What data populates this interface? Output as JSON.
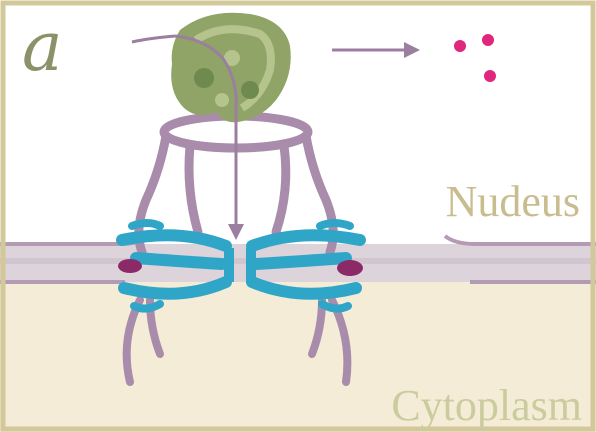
{
  "panel": {
    "letter": "a"
  },
  "labels": {
    "nucleus": "Nudeus",
    "cytoplasm": "Cytoplasm"
  },
  "colors": {
    "border": "#d3c89a",
    "nucleoplasm": "#ffffff",
    "cytoplasm": "#f4ecd6",
    "envelope": "#d9d1d8",
    "envelope_line": "#b49bb4",
    "basket": "#a98bab",
    "pore_ring": "#2fa6c8",
    "pore_anchor": "#8c2a68",
    "cargo": "#8fa466",
    "cargo_light": "#b5c48c",
    "cargo_dark": "#6f8a4e",
    "released_particles": "#e0277e",
    "arrow": "#9b7ea0"
  }
}
